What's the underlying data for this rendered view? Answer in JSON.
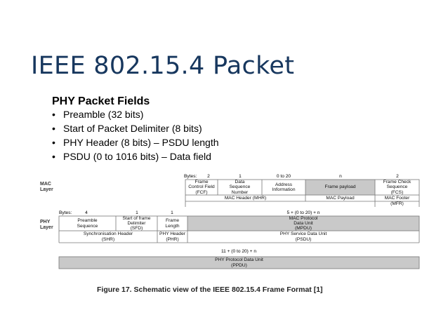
{
  "title": "IEEE 802.15.4 Packet",
  "phy_fields": {
    "heading": "PHY Packet Fields",
    "bullet_glyph": "•",
    "items": [
      "Preamble (32 bits)",
      "Start of Packet Delimiter (8 bits)",
      "PHY Header (8 bits) – PSDU length",
      "PSDU (0 to 1016 bits) – Data field"
    ]
  },
  "diagram": {
    "mac_layer_label": [
      "MAC",
      "Layer"
    ],
    "phy_layer_label": [
      "PHY",
      "Layer"
    ],
    "mac_bytes_label": "Bytes:",
    "mac_sizes": [
      "2",
      "1",
      "0 to 20",
      "n",
      "2"
    ],
    "mac_fields": {
      "fcf": [
        "Frame",
        "Control Field",
        "(FCF)"
      ],
      "dsn": [
        "Data",
        "Sequence",
        "Number"
      ],
      "addr": [
        "Address",
        "Information"
      ],
      "payload": [
        "Frame payload"
      ],
      "fcs": [
        "Frame Check",
        "Sequence",
        "(FCS)"
      ]
    },
    "mac_groups": {
      "mhr": "MAC Header (MHR)",
      "payload": "MAC Payload",
      "mfr": [
        "MAC Footer",
        "(MFR)"
      ]
    },
    "phy_bytes_label": "Bytes:",
    "phy_sizes": [
      "4",
      "1",
      "1",
      "5 + (0 to 20) + n"
    ],
    "phy_fields": {
      "preamble": [
        "Preamble",
        "Sequence"
      ],
      "sfd": [
        "Start of frame",
        "Delimiter",
        "(SFD)"
      ],
      "length": [
        "Frame",
        "Length"
      ],
      "mpdu": [
        "MAC Protocol",
        "Data Unit",
        "(MPDU)"
      ]
    },
    "phy_groups": {
      "shr": [
        "Synchronisation Header",
        "(SHR)"
      ],
      "phr": [
        "PHY Header",
        "(PHR)"
      ],
      "psdu": [
        "PHY Service Data Unit",
        "(PSDU)"
      ]
    },
    "ppdu_size": "11 + (0 to 20) + n",
    "ppdu": [
      "PHY Protocol Data Unit",
      "(PPDU)"
    ]
  },
  "caption": "Figure 17. Schematic view of the IEEE 802.15.4 Frame Format [1]",
  "colors": {
    "title": "#17375e",
    "gray_cell": "#c9c9c9",
    "white_cell": "#ffffff"
  }
}
